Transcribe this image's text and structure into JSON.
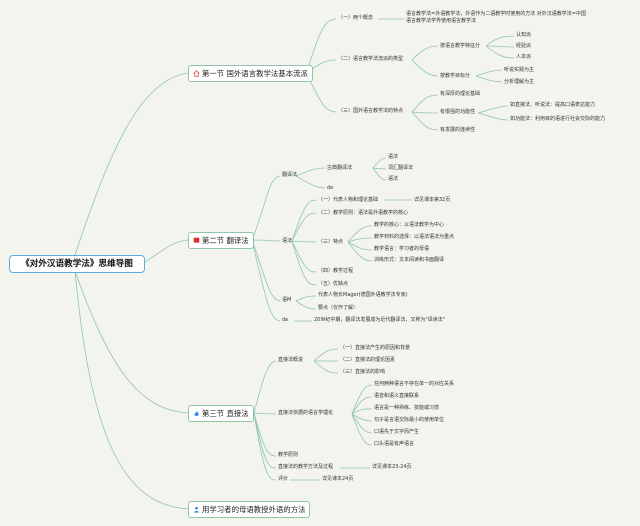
{
  "root": "《对外汉语教学法》思维导图",
  "colors": {
    "edge": "#8fc6aa",
    "background": "#f3f4ee",
    "root_border": "#55aede"
  },
  "sections": {
    "s1": {
      "title": "第一节 国外语言教学法基本流派",
      "icon": "home-icon",
      "c1": "（一）两个概念",
      "c1_def_1": "语言教学法=外语教学法，外语作为二语教学时使用的方法 对外汉语教学法=中国",
      "c1_def_2": "语言教学法学界使用语言教学法",
      "c2": "（二）语言教学法流派的类型",
      "c2_a": "按语言教学特征分",
      "c2_a1": "认知派",
      "c2_a2": "经验派",
      "c2_a3": "人本派",
      "c2_b": "按教学目标分",
      "c2_b1": "听说实践为主",
      "c2_b2": "分析理解为主",
      "c3": "（三）国外语言教学法的特点",
      "c3_a": "有深厚的理论基础",
      "c3_b": "有很强的功能性",
      "c3_b1": "如直接法、听说法：提高口语表达能力",
      "c3_b2": "如功能法：利用目的语进行社会交际的能力",
      "c3_c": "有发展的连续性"
    },
    "s2": {
      "title": "第二节 翻译法",
      "icon": "flag-icon",
      "a": "翻译法",
      "a1": "古典翻译法",
      "a1_1": "语法",
      "a1_2": "词汇翻译法",
      "a1_3": "语法",
      "a2": "de",
      "b": "语法",
      "b1": "（一）代表人物和理论基础",
      "b1_ref": "详见课本第32页",
      "b2": "（二）教学原则：语法是外语教学的核心",
      "b3": "（三）特点",
      "b3_1": "教学的核心：以语法教学为中心",
      "b3_2": "教学材料的选择：以语法语法为重点",
      "b3_3": "教学语言：学习者的母语",
      "b3_4": "训练形式：文本阅读和书面翻译",
      "b4": "（四）教学过程",
      "b5": "（五）优缺点",
      "c": "语M",
      "c1": "代表人物长Mager(德国外语教学法专家)",
      "c2": "要点（仅作了解）",
      "d": "de",
      "d1": "20世纪中期，翻译法发展成为近代翻译法，又称为\"译读法\""
    },
    "s3": {
      "title": "第三节 直接法",
      "icon": "fire-icon",
      "a": "直接法概说",
      "a1": "（一）直接法产生的原因和背景",
      "a2": "（二）直接法的理论因素",
      "a3": "（三）直接法的影响",
      "b": "直接法依据的语言学理论",
      "b1": "任何两种语言不存在单一的对应关系",
      "b2": "语音和语义直接联系",
      "b3": "语言是一种熟练、技能或习惯",
      "b4": "句子是言语交际最小的使用单位",
      "b5": "口语先于文字而产生",
      "b6": "口头语是有声语言",
      "c": "教学原则",
      "d": "直接法的教学方法及过程",
      "d_ref": "详见课本23-24页",
      "e": "评价",
      "e_ref": "详见课本24页"
    },
    "s4": {
      "title": "用学习者的母语教授外语的方法",
      "icon": "student-icon"
    }
  }
}
